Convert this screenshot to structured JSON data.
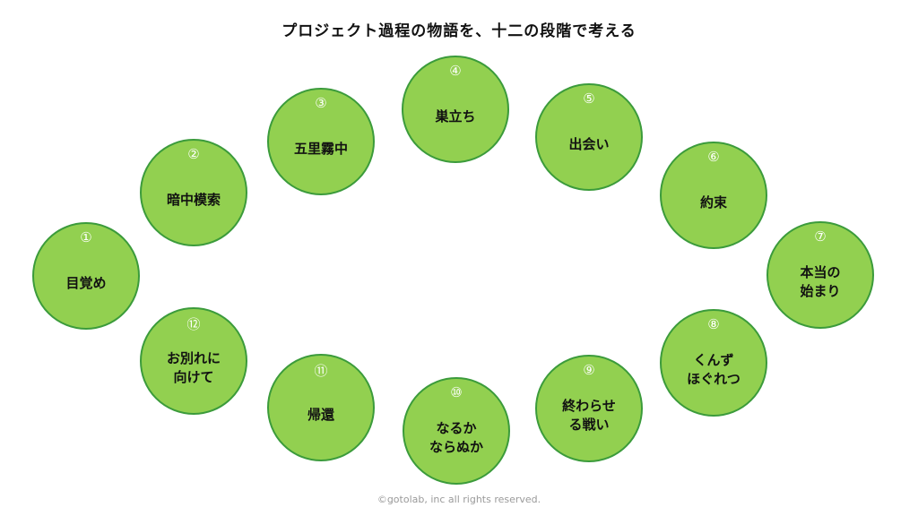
{
  "title": "プロジェクト過程の物語を、十二の段階で考える",
  "stages": [
    {
      "number": "①",
      "label": "目覚め"
    },
    {
      "number": "②",
      "label": "暗中模索"
    },
    {
      "number": "③",
      "label": "五里霧中"
    },
    {
      "number": "④",
      "label": "巣立ち"
    },
    {
      "number": "⑤",
      "label": "出会い"
    },
    {
      "number": "⑥",
      "label": "約束"
    },
    {
      "number": "⑦",
      "label": "本当の\n始まり"
    },
    {
      "number": "⑧",
      "label": "くんず\nほぐれつ"
    },
    {
      "number": "⑨",
      "label": "終わらせ\nる戦い"
    },
    {
      "number": "⑩",
      "label": "なるか\nならぬか"
    },
    {
      "number": "⑪",
      "label": "帰還"
    },
    {
      "number": "⑫",
      "label": "お別れに\n向けて"
    }
  ],
  "colors": {
    "circle_fill": "#92d050",
    "circle_border": "#3b9b3b",
    "number_text": "#ffffff"
  },
  "footer": "©gotolab, inc  all rights reserved."
}
